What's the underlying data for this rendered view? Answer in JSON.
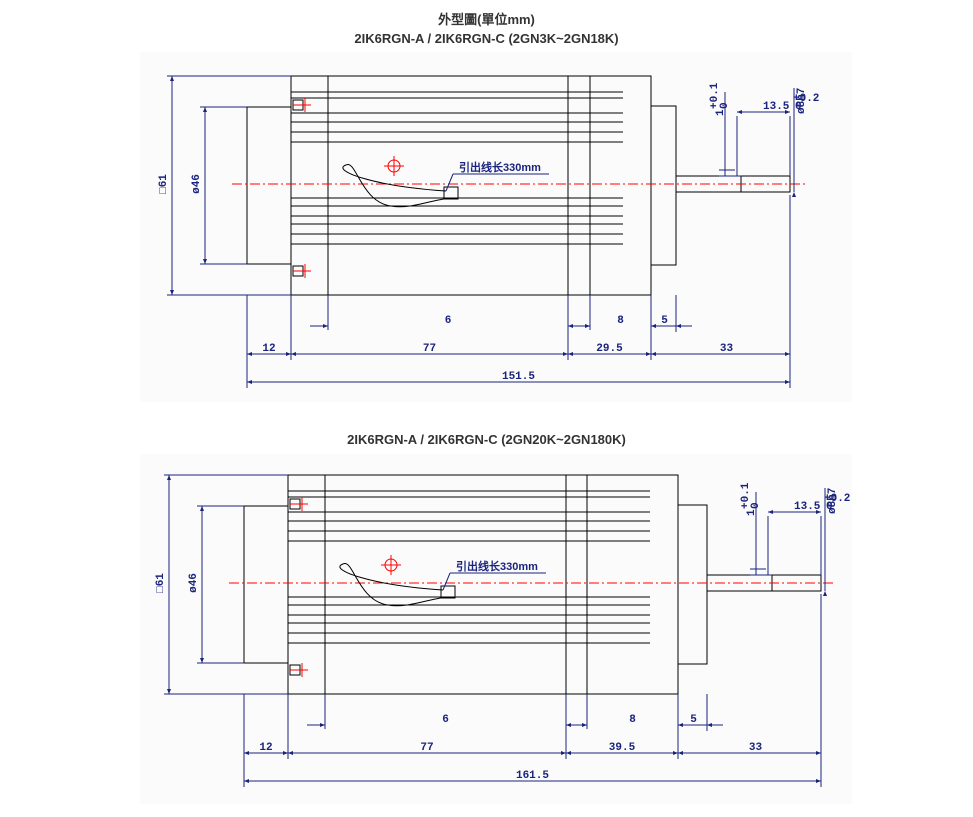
{
  "header": {
    "title": "外型圖(單位mm)",
    "subtitle1": "2IK6RGN-A   /   2IK6RGN-C   (2GN3K~2GN18K)",
    "subtitle2": "2IK6RGN-A   /   2IK6RGN-C   (2GN20K~2GN180K)"
  },
  "drawing1": {
    "square": "□61",
    "dia": "ø46",
    "lead": "引出线长330mm",
    "tol_h": "1",
    "tol_h_up": "+0.1",
    "tol_h_lo": "0",
    "key_len": "13.5",
    "key_up": "+0.2",
    "key_lo": "0",
    "shaft": "ø8h7",
    "d6": "6",
    "d8": "8",
    "d5": "5",
    "d12": "12",
    "d77": "77",
    "dgear": "29.5",
    "d33": "33",
    "total": "151.5"
  },
  "drawing2": {
    "square": "□61",
    "dia": "ø46",
    "lead": "引出线长330mm",
    "tol_h": "1",
    "tol_h_up": "+0.1",
    "tol_h_lo": "0",
    "key_len": "13.5",
    "key_up": "+0.2",
    "key_lo": "0",
    "shaft": "ø8h7",
    "d6": "6",
    "d8": "8",
    "d5": "5",
    "d12": "12",
    "d77": "77",
    "dgear": "39.5",
    "d33": "33",
    "total": "161.5"
  },
  "colors": {
    "outline": "#000000",
    "dimension": "#1a237e",
    "center_line": "#ff0000"
  }
}
